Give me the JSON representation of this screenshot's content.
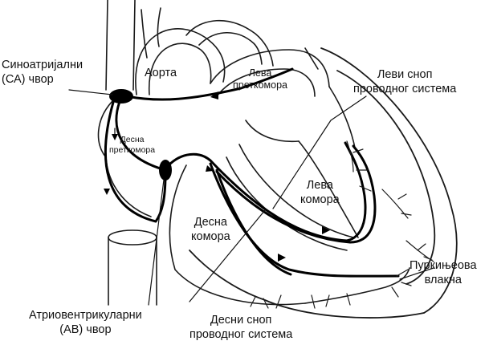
{
  "labels": {
    "sa_node": [
      "Синоатријални",
      "(СА) чвор"
    ],
    "aorta": "Аорта",
    "left_atrium": [
      "Лева",
      "преткомора"
    ],
    "left_bundle": [
      "Леви сноп",
      "проводног система"
    ],
    "right_atrium": [
      "Десна",
      "преткомора"
    ],
    "left_ventricle": [
      "Лева",
      "комора"
    ],
    "right_ventricle": [
      "Десна",
      "комора"
    ],
    "purkinje": [
      "Пуркињеова",
      "влакна"
    ],
    "av_node": [
      "Атриовентрикуларни",
      "(АВ) чвор"
    ],
    "right_bundle": [
      "Десни сноп",
      "проводног система"
    ]
  },
  "colors": {
    "outline": "#1a1a1a",
    "pathway": "#000000",
    "background": "#ffffff"
  }
}
